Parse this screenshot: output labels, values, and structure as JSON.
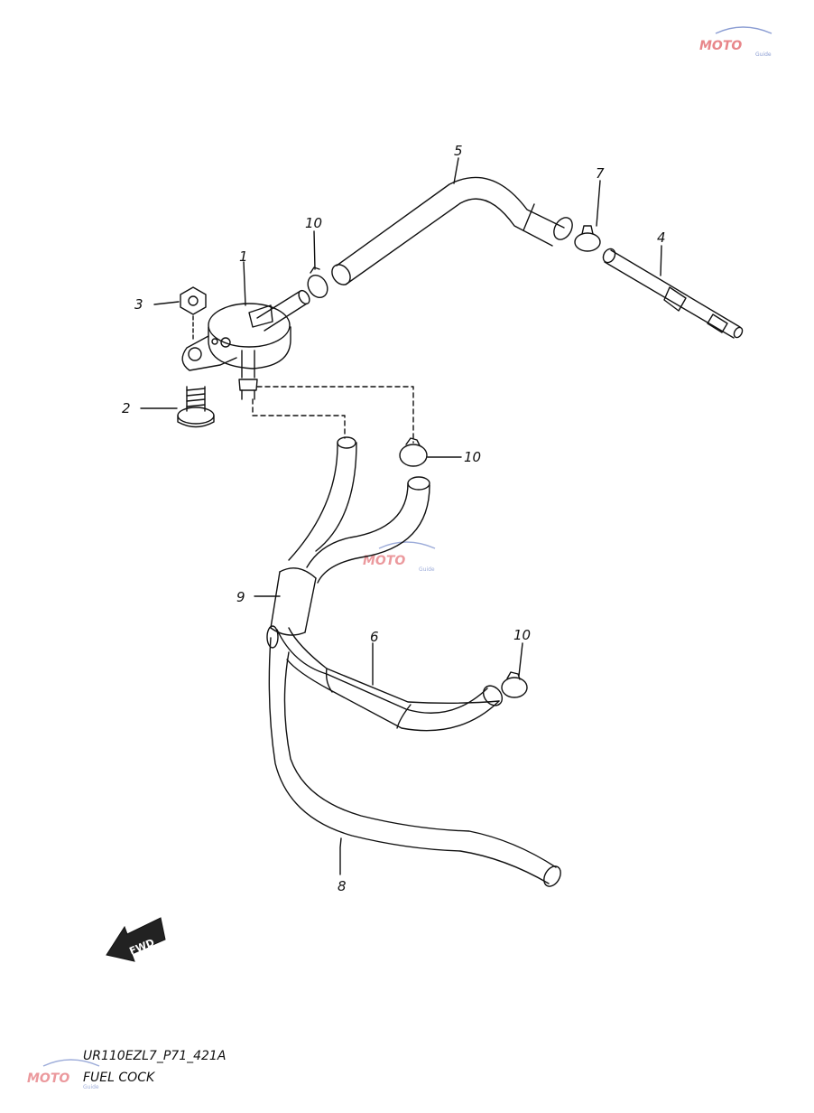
{
  "diagram": {
    "callouts": [
      "1",
      "2",
      "3",
      "4",
      "5",
      "6",
      "7",
      "8",
      "9",
      "10",
      "10",
      "10"
    ],
    "fwd_label": "FWD",
    "footer_code": "UR110EZL7_P71_421A",
    "footer_title": "FUEL COCK",
    "watermark_text": "MOTO",
    "watermark_sub": "Guide",
    "colors": {
      "line": "#111111",
      "watermark_red": "#d9363e",
      "watermark_blue": "#3d5bb5"
    }
  }
}
